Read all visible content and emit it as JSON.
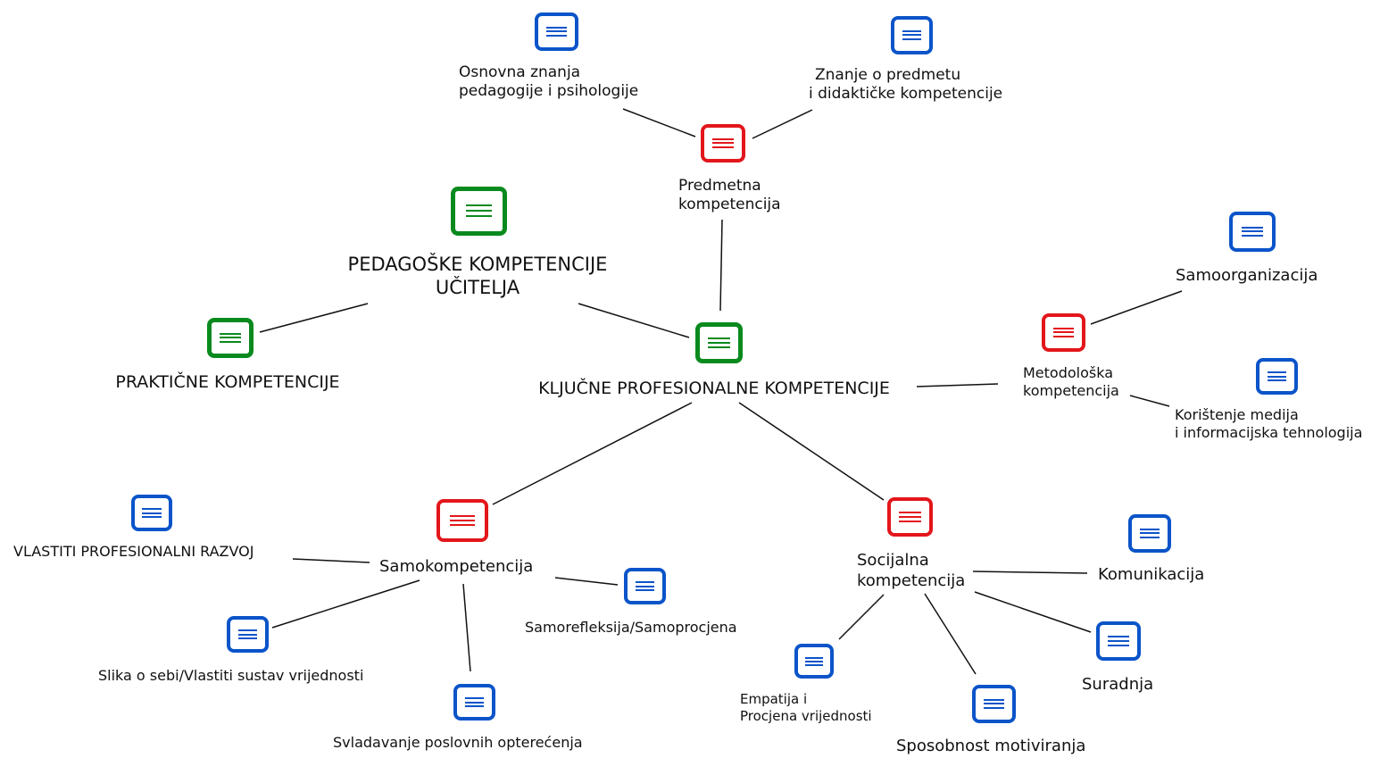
{
  "colors": {
    "central": "#0a8a1e",
    "competence": "#e3161b",
    "subtopic": "#0b54c9",
    "line": "#111111"
  },
  "nodes": {
    "pedagoske": {
      "line1": "PEDAGOŠKE KOMPETENCIJE",
      "line2": "UČITELJA",
      "icon": "note-icon"
    },
    "prakticne": {
      "label": "PRAKTIČNE KOMPETENCIJE",
      "icon": "note-icon"
    },
    "kljucne": {
      "label": "KLJUČNE PROFESIONALNE KOMPETENCIJE",
      "icon": "note-icon"
    },
    "predmetna": {
      "line1": "Predmetna",
      "line2": "kompetencija",
      "icon": "note-icon"
    },
    "osnovna": {
      "line1": "Osnovna znanja",
      "line2": "pedagogije i psihologije",
      "icon": "note-icon"
    },
    "znanje": {
      "line1": "Znanje o predmetu",
      "line2": "i didaktičke kompetencije",
      "icon": "note-icon"
    },
    "metodoloska": {
      "line1": "Metodološka",
      "line2": "kompetencija",
      "icon": "note-icon"
    },
    "samoorganizacija": {
      "label": "Samoorganizacija",
      "icon": "note-icon"
    },
    "koristenje": {
      "line1": "Korištenje medija",
      "line2": "i informacijska tehnologija",
      "icon": "note-icon"
    },
    "samokompetencija": {
      "label": "Samokompetencija",
      "icon": "note-icon"
    },
    "vlastiti": {
      "label": "VLASTITI PROFESIONALNI RAZVOJ",
      "icon": "note-icon"
    },
    "slika": {
      "label": "Slika o sebi/Vlastiti sustav vrijednosti",
      "icon": "note-icon"
    },
    "svladavanje": {
      "label": "Svladavanje poslovnih opterećenja",
      "icon": "note-icon"
    },
    "samorefleksija": {
      "label": "Samorefleksija/Samoprocjena",
      "icon": "note-icon"
    },
    "socijalna": {
      "line1": "Socijalna",
      "line2": "kompetencija",
      "icon": "note-icon"
    },
    "komunikacija": {
      "label": "Komunikacija",
      "icon": "note-icon"
    },
    "suradnja": {
      "label": "Suradnja",
      "icon": "note-icon"
    },
    "sposobnost": {
      "label": "Sposobnost motiviranja",
      "icon": "note-icon"
    },
    "empatija": {
      "line1": "Empatija i",
      "line2": "Procjena vrijednosti",
      "icon": "note-icon"
    }
  }
}
